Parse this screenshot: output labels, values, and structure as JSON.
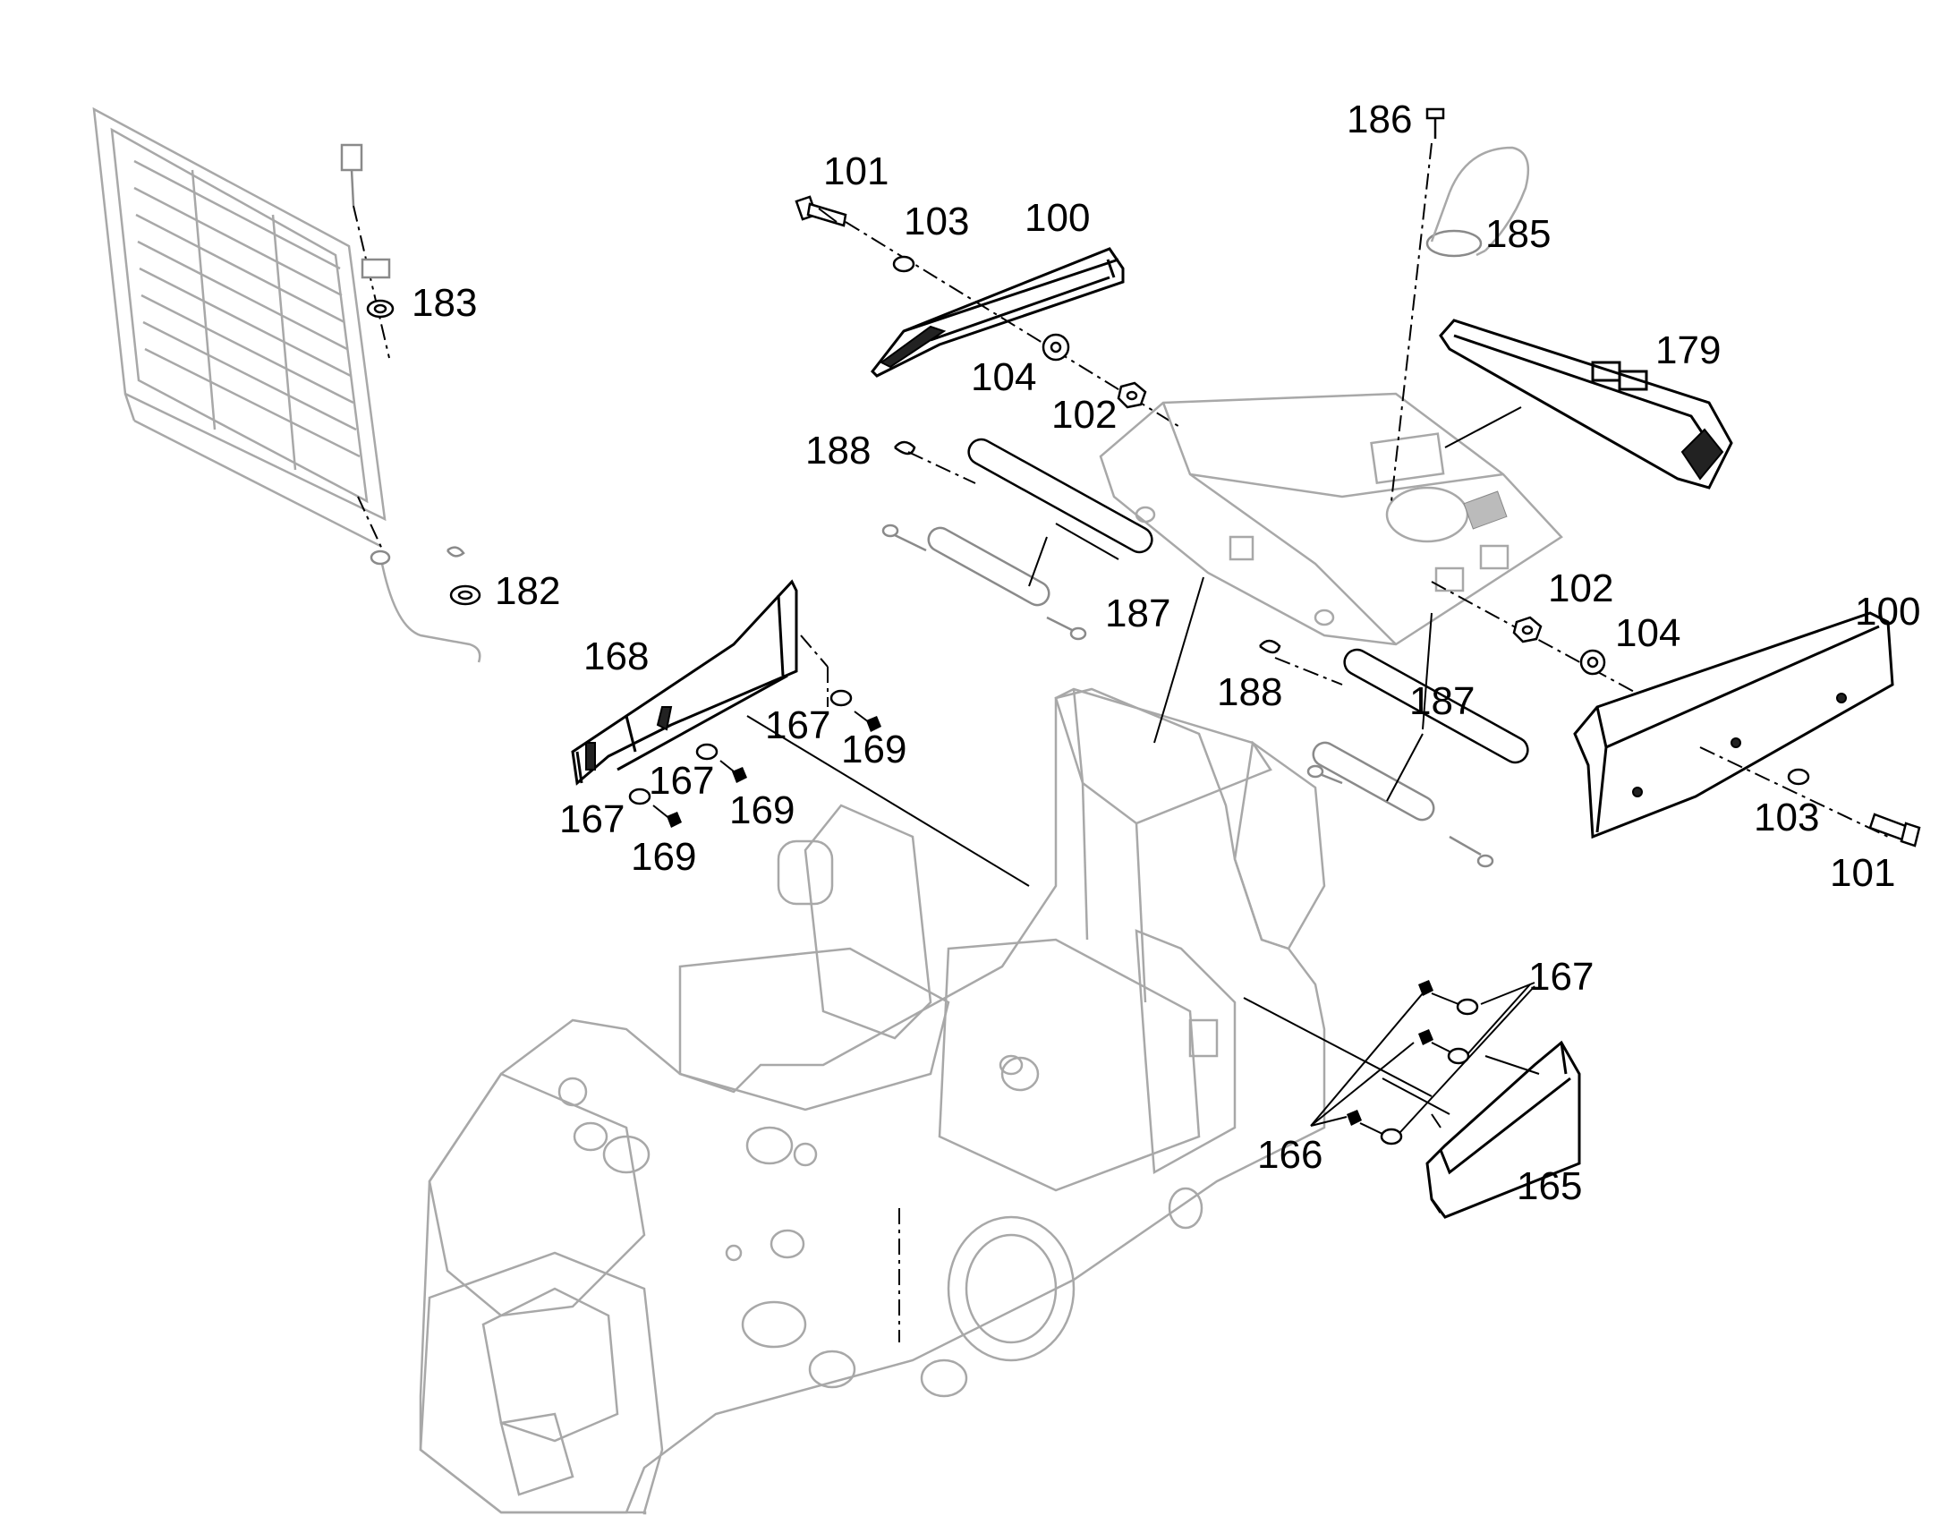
{
  "colors": {
    "background": "#ffffff",
    "line": "#000000",
    "outline": "#a8a8a8"
  },
  "callouts": {
    "c101_top": "101",
    "c103_top": "103",
    "c100_top": "100",
    "c104_top": "104",
    "c102_top": "102",
    "c186": "186",
    "c185": "185",
    "c179": "179",
    "c183": "183",
    "c182": "182",
    "c188_left": "188",
    "c187_left": "187",
    "c188_right": "188",
    "c187_right": "187",
    "c102_right": "102",
    "c104_right": "104",
    "c100_right": "100",
    "c103_right": "103",
    "c101_right": "101",
    "c168": "168",
    "c167_a": "167",
    "c169_a": "169",
    "c167_b": "167",
    "c169_b": "169",
    "c167_c": "167",
    "c169_c": "169",
    "c167_right": "167",
    "c166": "166",
    "c165": "165"
  }
}
